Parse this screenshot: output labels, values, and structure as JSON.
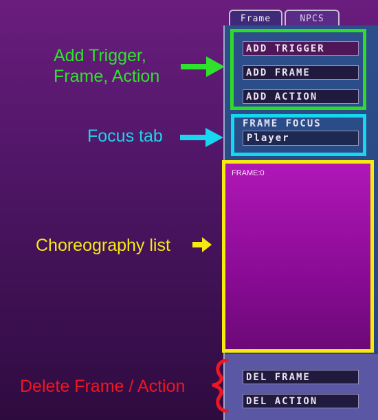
{
  "tabs": [
    {
      "label": "Frame",
      "active": true
    },
    {
      "label": "NPCS",
      "active": false
    }
  ],
  "add_buttons": {
    "trigger": "ADD TRIGGER",
    "frame": "ADD FRAME",
    "action": "ADD ACTION"
  },
  "focus": {
    "label": "FRAME FOCUS",
    "value": "Player"
  },
  "choreography_list": {
    "items": [
      "FRAME:0"
    ]
  },
  "delete_buttons": {
    "frame": "DEL FRAME",
    "action": "DEL ACTION"
  },
  "annotations": {
    "add": "Add Trigger,\nFrame, Action",
    "focus": "Focus tab",
    "list": "Choreography list",
    "delete": "Delete Frame / Action"
  },
  "colors": {
    "green_highlight": "#2edb28",
    "cyan_highlight": "#17d6ef",
    "yellow_highlight": "#f7ea10",
    "red_annotation": "#ef1622"
  }
}
